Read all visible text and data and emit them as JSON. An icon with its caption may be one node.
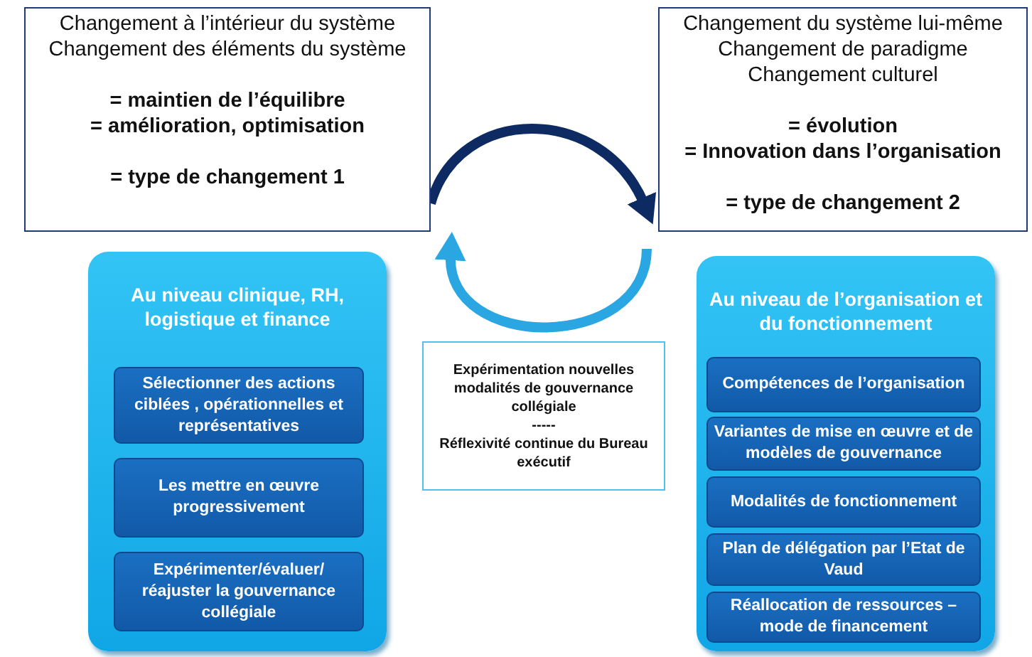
{
  "diagram": {
    "nodes": [
      {
        "text": [
          "Changement à l’intérieur du système",
          "Changement des éléments du système",
          "= maintien de l’équilibre",
          "= amélioration, optimisation",
          "= type de changement 1"
        ]
      },
      {
        "text": [
          "Changement du système lui-même",
          "Changement de paradigme",
          "Changement culturel",
          "= évolution",
          "= Innovation dans l’organisation",
          "= type de changement 2"
        ]
      },
      {
        "text": [
          "Au niveau clinique, RH, logistique et finance"
        ]
      },
      {
        "text": [
          "Sélectionner des actions ciblées , opérationnelles et représentatives"
        ],
        "in": 2
      },
      {
        "text": [
          "Les mettre en œuvre progressivement"
        ],
        "in": 2
      },
      {
        "text": [
          "Expérimenter/évaluer/ réajuster la gouvernance collégiale"
        ],
        "in": 2
      },
      {
        "text": [
          "Expérimentation nouvelles modalités de gouvernance collégiale",
          "-----",
          "Réflexivité continue du Bureau exécutif"
        ]
      },
      {
        "text": [
          "Au niveau de l’organisation et du fonctionnement"
        ]
      },
      {
        "text": [
          "Compétences  de l’organisation"
        ],
        "in": 7
      },
      {
        "text": [
          "Variantes de mise en œuvre et de modèles de gouvernance"
        ],
        "in": 7
      },
      {
        "text": [
          "Modalités de fonctionnement"
        ],
        "in": 7
      },
      {
        "text": [
          "Plan de délégation par l’Etat de Vaud"
        ],
        "in": 7
      },
      {
        "text": [
          "Réallocation de ressources – mode de financement"
        ],
        "in": 7
      }
    ],
    "edges": [
      {
        "from": 0,
        "to": 1,
        "arrow": "to",
        "color": "#0d2a63"
      },
      {
        "from": 1,
        "to": 0,
        "arrow": "to",
        "color": "#2aa6e2"
      }
    ]
  }
}
